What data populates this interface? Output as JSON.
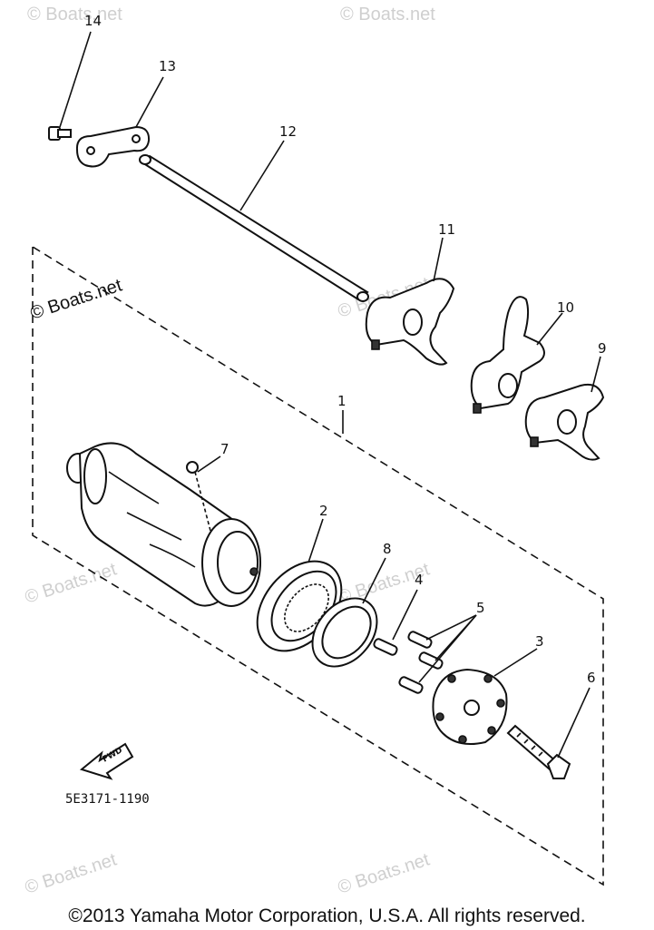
{
  "callouts": {
    "c1": "1",
    "c2": "2",
    "c3": "3",
    "c4": "4",
    "c5": "5",
    "c6": "6",
    "c7": "7",
    "c8": "8",
    "c9": "9",
    "c10": "10",
    "c11": "11",
    "c12": "12",
    "c13": "13",
    "c14": "14"
  },
  "watermarks": {
    "w1": "© Boats.net",
    "w2": "© Boats.net",
    "w3": "© Boats.net",
    "w4": "© Boats.net",
    "w5": "© Boats.net",
    "w6": "© Boats.net",
    "w7": "© Boats.net",
    "w8": "© Boats.net"
  },
  "diagram_code": "5E3171-1190",
  "fwd_label": "FWD",
  "copyright": "©2013 Yamaha Motor Corporation, U.S.A. All rights reserved.",
  "icons": {
    "fwd_arrow": "arrow-left-icon"
  }
}
